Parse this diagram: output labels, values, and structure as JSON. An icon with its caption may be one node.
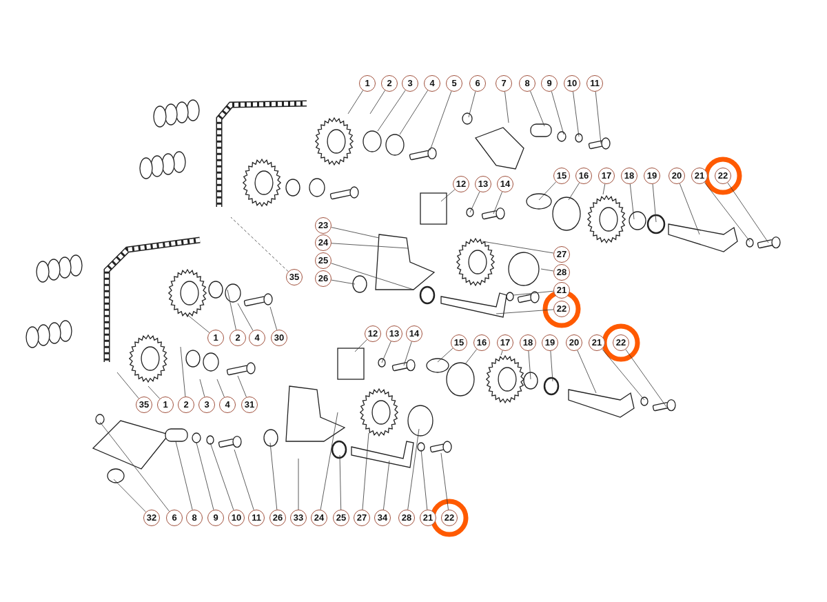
{
  "diagram": {
    "nodes": [
      {
        "text": [
          "1"
        ]
      },
      {
        "text": [
          "2"
        ]
      },
      {
        "text": [
          "3"
        ]
      },
      {
        "text": [
          "4"
        ]
      },
      {
        "text": [
          "5"
        ]
      },
      {
        "text": [
          "6"
        ]
      },
      {
        "text": [
          "7"
        ]
      },
      {
        "text": [
          "8"
        ]
      },
      {
        "text": [
          "9"
        ]
      },
      {
        "text": [
          "10"
        ]
      },
      {
        "text": [
          "11"
        ]
      },
      {
        "text": [
          "12"
        ]
      },
      {
        "text": [
          "13"
        ]
      },
      {
        "text": [
          "14"
        ]
      },
      {
        "text": [
          "15"
        ]
      },
      {
        "text": [
          "16"
        ]
      },
      {
        "text": [
          "17"
        ]
      },
      {
        "text": [
          "18"
        ]
      },
      {
        "text": [
          "19"
        ]
      },
      {
        "text": [
          "20"
        ]
      },
      {
        "text": [
          "21"
        ]
      },
      {
        "text": [
          "22"
        ]
      },
      {
        "text": [
          "23"
        ]
      },
      {
        "text": [
          "24"
        ]
      },
      {
        "text": [
          "25"
        ]
      },
      {
        "text": [
          "26"
        ]
      },
      {
        "text": [
          "35"
        ]
      },
      {
        "text": [
          "27"
        ]
      },
      {
        "text": [
          "28"
        ]
      },
      {
        "text": [
          "21"
        ]
      },
      {
        "text": [
          "22"
        ]
      },
      {
        "text": [
          "1"
        ]
      },
      {
        "text": [
          "2"
        ]
      },
      {
        "text": [
          "4"
        ]
      },
      {
        "text": [
          "30"
        ]
      },
      {
        "text": [
          "12"
        ]
      },
      {
        "text": [
          "13"
        ]
      },
      {
        "text": [
          "14"
        ]
      },
      {
        "text": [
          "15"
        ]
      },
      {
        "text": [
          "16"
        ]
      },
      {
        "text": [
          "17"
        ]
      },
      {
        "text": [
          "18"
        ]
      },
      {
        "text": [
          "19"
        ]
      },
      {
        "text": [
          "20"
        ]
      },
      {
        "text": [
          "21"
        ]
      },
      {
        "text": [
          "22"
        ]
      },
      {
        "text": [
          "35"
        ]
      },
      {
        "text": [
          "1"
        ]
      },
      {
        "text": [
          "2"
        ]
      },
      {
        "text": [
          "3"
        ]
      },
      {
        "text": [
          "4"
        ]
      },
      {
        "text": [
          "31"
        ]
      },
      {
        "text": [
          "32"
        ]
      },
      {
        "text": [
          "6"
        ]
      },
      {
        "text": [
          "8"
        ]
      },
      {
        "text": [
          "9"
        ]
      },
      {
        "text": [
          "10"
        ]
      },
      {
        "text": [
          "11"
        ]
      },
      {
        "text": [
          "26"
        ]
      },
      {
        "text": [
          "33"
        ]
      },
      {
        "text": [
          "24"
        ]
      },
      {
        "text": [
          "25"
        ]
      },
      {
        "text": [
          "27"
        ]
      },
      {
        "text": [
          "34"
        ]
      },
      {
        "text": [
          "28"
        ]
      },
      {
        "text": [
          "21"
        ]
      },
      {
        "text": [
          "22"
        ]
      }
    ],
    "edges": [
      {
        "from": 0,
        "to": null,
        "arrow": "none"
      },
      {
        "from": 1,
        "to": null,
        "arrow": "none"
      },
      {
        "from": 2,
        "to": null,
        "arrow": "none"
      },
      {
        "from": 3,
        "to": null,
        "arrow": "none"
      },
      {
        "from": 4,
        "to": null,
        "arrow": "none"
      },
      {
        "from": 5,
        "to": null,
        "arrow": "none"
      },
      {
        "from": 6,
        "to": null,
        "arrow": "none"
      },
      {
        "from": 7,
        "to": null,
        "arrow": "none"
      },
      {
        "from": 8,
        "to": null,
        "arrow": "none"
      },
      {
        "from": 9,
        "to": null,
        "arrow": "none"
      },
      {
        "from": 10,
        "to": null,
        "arrow": "none"
      },
      {
        "from": 11,
        "to": null,
        "arrow": "none"
      },
      {
        "from": 12,
        "to": null,
        "arrow": "none"
      },
      {
        "from": 13,
        "to": null,
        "arrow": "none"
      },
      {
        "from": 14,
        "to": null,
        "arrow": "none"
      },
      {
        "from": 15,
        "to": null,
        "arrow": "none"
      },
      {
        "from": 16,
        "to": null,
        "arrow": "none"
      },
      {
        "from": 17,
        "to": null,
        "arrow": "none"
      },
      {
        "from": 18,
        "to": null,
        "arrow": "none"
      },
      {
        "from": 19,
        "to": null,
        "arrow": "none"
      },
      {
        "from": 20,
        "to": null,
        "arrow": "none"
      },
      {
        "from": 21,
        "to": null,
        "arrow": "none"
      },
      {
        "from": 22,
        "to": null,
        "arrow": "none"
      },
      {
        "from": 23,
        "to": null,
        "arrow": "none"
      },
      {
        "from": 24,
        "to": null,
        "arrow": "none"
      },
      {
        "from": 25,
        "to": null,
        "arrow": "none"
      },
      {
        "from": 26,
        "to": null,
        "arrow": "none",
        "style": "dashed"
      },
      {
        "from": 27,
        "to": null,
        "arrow": "none"
      },
      {
        "from": 28,
        "to": null,
        "arrow": "none"
      },
      {
        "from": 29,
        "to": null,
        "arrow": "none"
      },
      {
        "from": 30,
        "to": null,
        "arrow": "none"
      },
      {
        "from": 31,
        "to": null,
        "arrow": "none"
      },
      {
        "from": 32,
        "to": null,
        "arrow": "none"
      },
      {
        "from": 33,
        "to": null,
        "arrow": "none"
      },
      {
        "from": 34,
        "to": null,
        "arrow": "none"
      },
      {
        "from": 35,
        "to": null,
        "arrow": "none"
      },
      {
        "from": 36,
        "to": null,
        "arrow": "none"
      },
      {
        "from": 37,
        "to": null,
        "arrow": "none"
      },
      {
        "from": 38,
        "to": null,
        "arrow": "none"
      },
      {
        "from": 39,
        "to": null,
        "arrow": "none"
      },
      {
        "from": 40,
        "to": null,
        "arrow": "none"
      },
      {
        "from": 41,
        "to": null,
        "arrow": "none"
      },
      {
        "from": 42,
        "to": null,
        "arrow": "none"
      },
      {
        "from": 43,
        "to": null,
        "arrow": "none"
      },
      {
        "from": 44,
        "to": null,
        "arrow": "none"
      },
      {
        "from": 45,
        "to": null,
        "arrow": "none"
      },
      {
        "from": 46,
        "to": null,
        "arrow": "none"
      },
      {
        "from": 47,
        "to": null,
        "arrow": "none"
      },
      {
        "from": 48,
        "to": null,
        "arrow": "none"
      },
      {
        "from": 49,
        "to": null,
        "arrow": "none"
      },
      {
        "from": 50,
        "to": null,
        "arrow": "none"
      },
      {
        "from": 51,
        "to": null,
        "arrow": "none"
      },
      {
        "from": 52,
        "to": null,
        "arrow": "none"
      },
      {
        "from": 53,
        "to": null,
        "arrow": "none"
      },
      {
        "from": 54,
        "to": null,
        "arrow": "none"
      },
      {
        "from": 55,
        "to": null,
        "arrow": "none"
      },
      {
        "from": 56,
        "to": null,
        "arrow": "none"
      },
      {
        "from": 57,
        "to": null,
        "arrow": "none"
      },
      {
        "from": 58,
        "to": null,
        "arrow": "none"
      },
      {
        "from": 59,
        "to": null,
        "arrow": "none"
      },
      {
        "from": 60,
        "to": null,
        "arrow": "none"
      },
      {
        "from": 61,
        "to": null,
        "arrow": "none"
      },
      {
        "from": 62,
        "to": null,
        "arrow": "none"
      },
      {
        "from": 63,
        "to": null,
        "arrow": "none"
      },
      {
        "from": 64,
        "to": null,
        "arrow": "none"
      },
      {
        "from": 65,
        "to": null,
        "arrow": "none"
      },
      {
        "from": 66,
        "to": null,
        "arrow": "none"
      }
    ]
  }
}
